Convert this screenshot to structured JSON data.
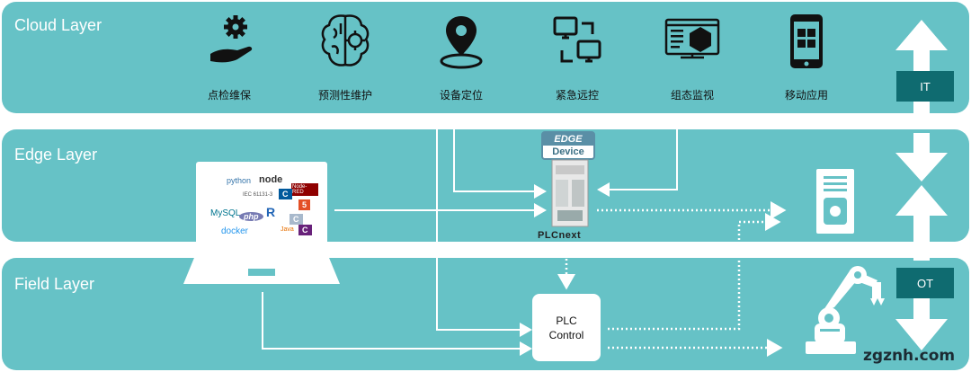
{
  "layers": {
    "cloud": "Cloud Layer",
    "edge": "Edge Layer",
    "field": "Field Layer"
  },
  "cloud_services": [
    {
      "label": "点检维保",
      "icon": "hand-gear-icon"
    },
    {
      "label": "预测性维护",
      "icon": "brain-gear-icon"
    },
    {
      "label": "设备定位",
      "icon": "location-pin-icon"
    },
    {
      "label": "紧急远控",
      "icon": "remote-monitors-icon"
    },
    {
      "label": "组态监视",
      "icon": "scada-screen-icon"
    },
    {
      "label": "移动应用",
      "icon": "smartphone-icon"
    }
  ],
  "badges": {
    "it": "IT",
    "ot": "OT"
  },
  "edge_device": {
    "tag_line1": "EDGE",
    "tag_line2": "Device",
    "name": "PLCnext"
  },
  "plc": {
    "line1": "PLC",
    "line2": "Control"
  },
  "software_logos": {
    "python": "python",
    "node": "node",
    "nodered": "Node-RED",
    "mysql": "MySQL",
    "php": "php",
    "docker": "docker",
    "iec": "IEC 61131-3",
    "r": "R",
    "c": "C",
    "cpp": "C",
    "csharp": "C",
    "html5": "5",
    "java": "Java"
  },
  "watermark": "zgznh.com",
  "colors": {
    "layer": "#66c2c6",
    "badge": "#0f6b70",
    "line": "#ffffff"
  }
}
